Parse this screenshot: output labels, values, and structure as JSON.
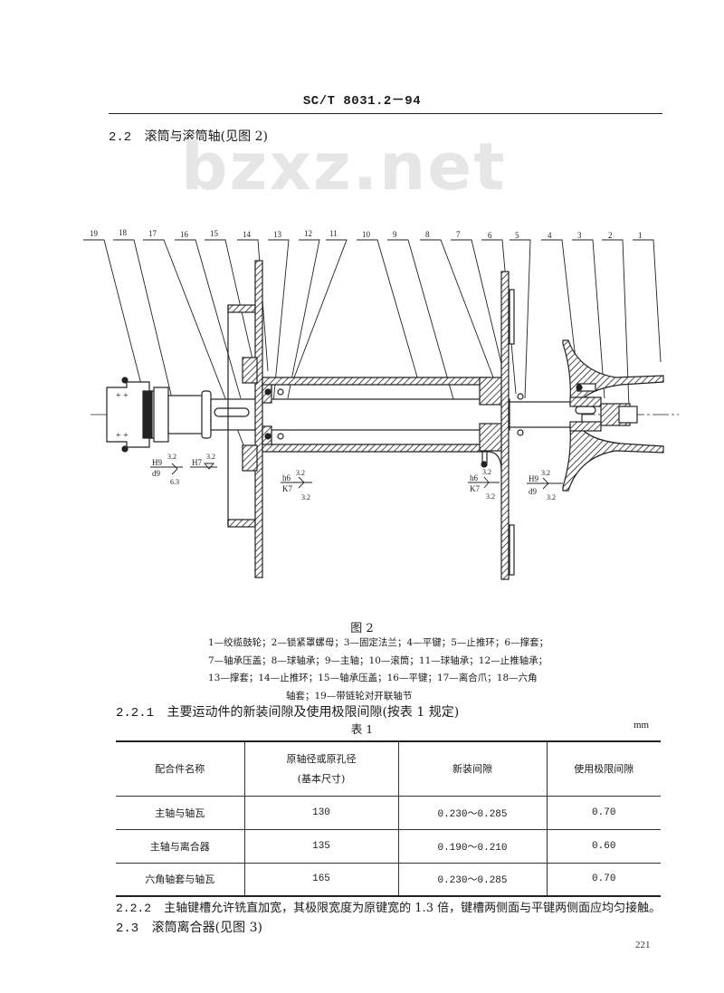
{
  "header": {
    "standard_code": "SC/T 8031.2－94"
  },
  "watermark": "bzxz.net",
  "section_2_2": {
    "number": "2.2",
    "title": "滚筒与滚筒轴(见图 2)"
  },
  "figure": {
    "title": "图 2",
    "callout_numbers": [
      "19",
      "18",
      "17",
      "16",
      "15",
      "14",
      "13",
      "12",
      "11",
      "10",
      "9",
      "8",
      "7",
      "6",
      "5",
      "4",
      "3",
      "2",
      "1"
    ],
    "tolerance_annotations": [
      {
        "fit_upper": "H9",
        "fit_lower": "d9",
        "roughness_top": "3.2",
        "roughness_bottom": "6.3"
      },
      {
        "fit_upper": "H7",
        "roughness_top": "3.2"
      },
      {
        "fit_upper": "h6",
        "fit_lower": "K7",
        "roughness_top": "3.2",
        "roughness_bottom": "3.2"
      },
      {
        "fit_upper": "h6",
        "fit_lower": "K7",
        "roughness_top": "3.2",
        "roughness_bottom": "3.2"
      },
      {
        "fit_upper": "H9",
        "fit_lower": "d9",
        "roughness_top": "3.2",
        "roughness_bottom": "3.2"
      }
    ],
    "legend_lines": [
      "1—绞缆鼓轮；2—锁紧罩螺母；3—固定法兰；4—平键；5—止推环；6—撑套；",
      "7—轴承压盖；8—球轴承；9—主轴；10—滚筒；11—球轴承；12—止推轴承；",
      "13—撑套；14—止推环；15—轴承压盖；16—平键；17—离合爪；18—六角",
      "轴套；19—带链轮对开联轴节"
    ]
  },
  "section_2_2_1": {
    "number": "2.2.1",
    "title": "主要运动件的新装间隙及使用极限间隙(按表 1 规定)"
  },
  "table_1": {
    "title": "表 1",
    "unit": "mm",
    "headers": [
      "配合件名称",
      "原轴径或原孔径\n(基本尺寸)",
      "新装间隙",
      "使用极限间隙"
    ],
    "header_lines": {
      "col2_line1": "原轴径或原孔径",
      "col2_line2": "(基本尺寸)"
    },
    "rows": [
      [
        "主轴与轴瓦",
        "130",
        "0.230～0.285",
        "0.70"
      ],
      [
        "主轴与离合器",
        "135",
        "0.190～0.210",
        "0.60"
      ],
      [
        "六角轴套与轴瓦",
        "165",
        "0.230～0.285",
        "0.70"
      ]
    ]
  },
  "section_2_2_2": {
    "number": "2.2.2",
    "text": "主轴键槽允许铣直加宽，其极限宽度为原键宽的 1.3 倍，键槽两侧面与平键两侧面应均匀接触。"
  },
  "section_2_3": {
    "number": "2.3",
    "title": "滚筒离合器(见图 3)"
  },
  "footer": {
    "page_number": "221"
  }
}
